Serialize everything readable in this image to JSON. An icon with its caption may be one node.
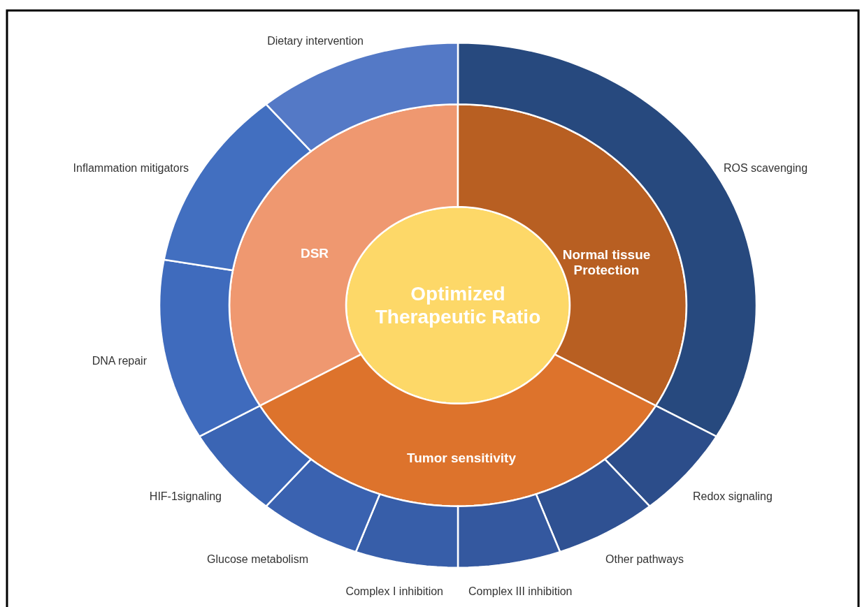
{
  "diagram": {
    "nodes": [
      {
        "text": [
          "Optimized Therapeutic Ratio"
        ]
      },
      {
        "text": [
          "DSR"
        ]
      },
      {
        "text": [
          "Normal tissue Protection"
        ]
      },
      {
        "text": [
          "Tumor sensitivity"
        ]
      },
      {
        "text": [
          "ROS scavenging"
        ]
      },
      {
        "text": [
          "Redox signaling"
        ]
      },
      {
        "text": [
          "Other pathways"
        ]
      },
      {
        "text": [
          "Complex III inhibition"
        ]
      },
      {
        "text": [
          "Complex I inhibition"
        ]
      },
      {
        "text": [
          "Glucose metabolism"
        ]
      },
      {
        "text": [
          "HIF-1signaling"
        ]
      },
      {
        "text": [
          "DNA repair"
        ]
      },
      {
        "text": [
          "Inflammation mitigators"
        ]
      },
      {
        "text": [
          "Dietary intervention"
        ]
      }
    ]
  }
}
